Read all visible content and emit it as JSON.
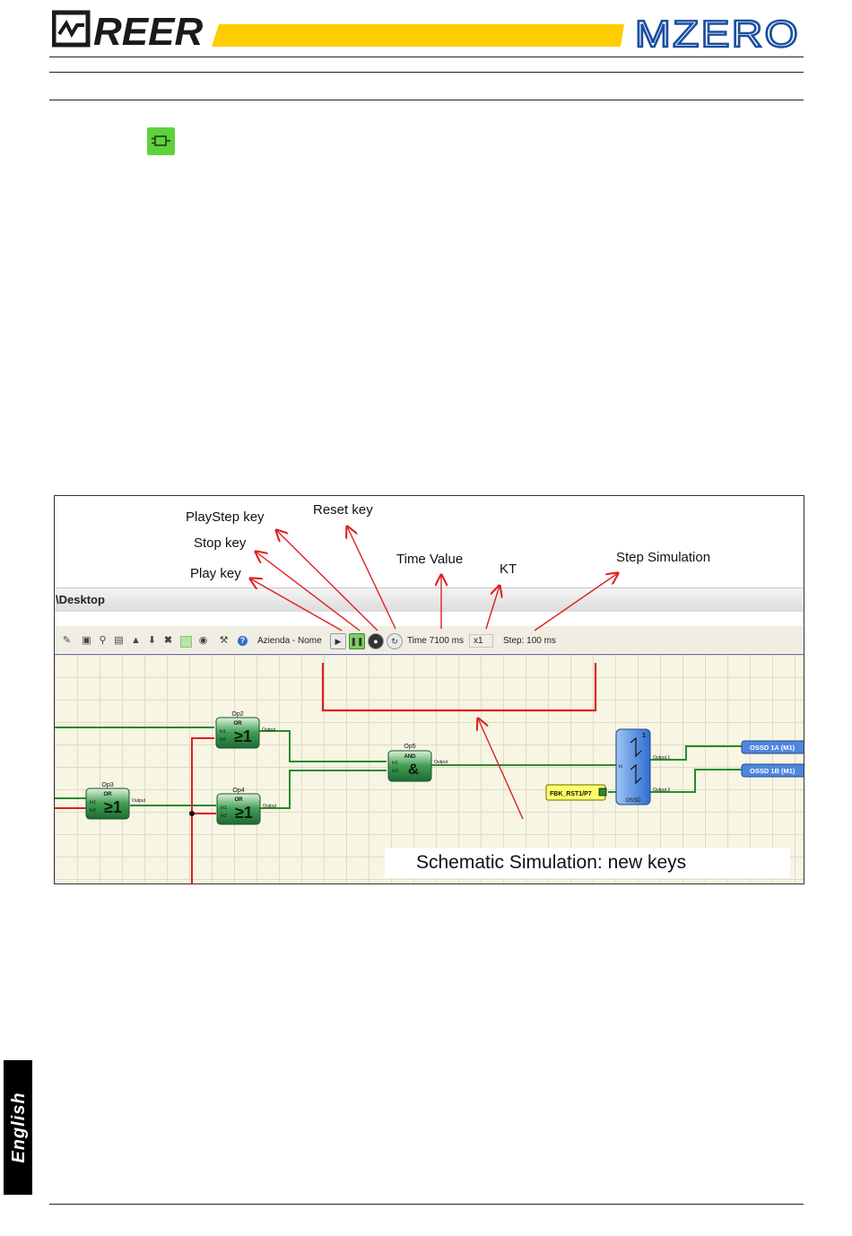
{
  "header": {
    "brand": "REER",
    "product": "MZERO",
    "brand_color": "#1a1a1a",
    "accent_yellow": "#ffcc00",
    "product_color": "#1a4fa0"
  },
  "icons": {
    "plug": "plug-icon"
  },
  "figure": {
    "window_title": "\\Desktop",
    "toolbar": {
      "company": "Azienda - Nome",
      "time": "Time 7100 ms",
      "kt": "x1",
      "step": "Step: 100 ms"
    },
    "callouts": {
      "playstep": "PlayStep key",
      "reset": "Reset key",
      "stop": "Stop key",
      "play": "Play key",
      "time_value": "Time Value",
      "kt": "KT",
      "step_simulation": "Step Simulation"
    },
    "caption": "Schematic Simulation: new keys",
    "blocks": {
      "op2": {
        "name": "Op2",
        "type": "OR",
        "symbol": "≥1",
        "in1": "In1",
        "in2": "In2",
        "out": "Output"
      },
      "op3": {
        "name": "Op3",
        "type": "OR",
        "symbol": "≥1",
        "in1": "In1",
        "in2": "In2",
        "out": "Output"
      },
      "op4": {
        "name": "Op4",
        "type": "OR",
        "symbol": "≥1",
        "in1": "In1",
        "in2": "In2",
        "out": "Output"
      },
      "op5": {
        "name": "Op5",
        "type": "AND",
        "symbol": "&",
        "in1": "In1",
        "in2": "In2",
        "out": "Output"
      },
      "ossd": {
        "name": "OSSD",
        "num": "1",
        "in": "In",
        "out1": "Output 1",
        "out2": "Output 2"
      },
      "fbk": "FBK_RST1/P7",
      "out_a": "OSSD 1A (M1)",
      "out_b": "OSSD 1B (M1)"
    }
  },
  "side_tab": {
    "language": "English"
  }
}
